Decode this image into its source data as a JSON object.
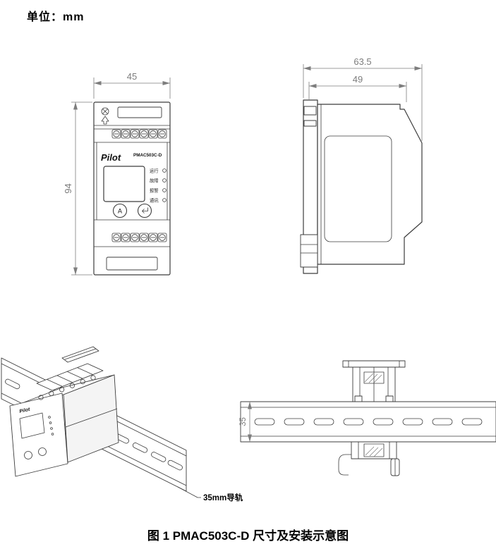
{
  "page": {
    "unit_label": "单位：mm",
    "caption": "图 1 PMAC503C-D 尺寸及安装示意图"
  },
  "front_view": {
    "width_dim": "45",
    "height_dim": "94",
    "brand": "Pilot",
    "model": "PMAC503C-D",
    "indicators": [
      "运行",
      "故障",
      "报警",
      "通讯"
    ],
    "button_a_label": "A"
  },
  "side_view": {
    "total_depth_dim": "63.5",
    "body_depth_dim": "49"
  },
  "installation_iso": {
    "rail_label": "35mm导轨"
  },
  "installation_front": {
    "rail_height_dim": "35"
  }
}
